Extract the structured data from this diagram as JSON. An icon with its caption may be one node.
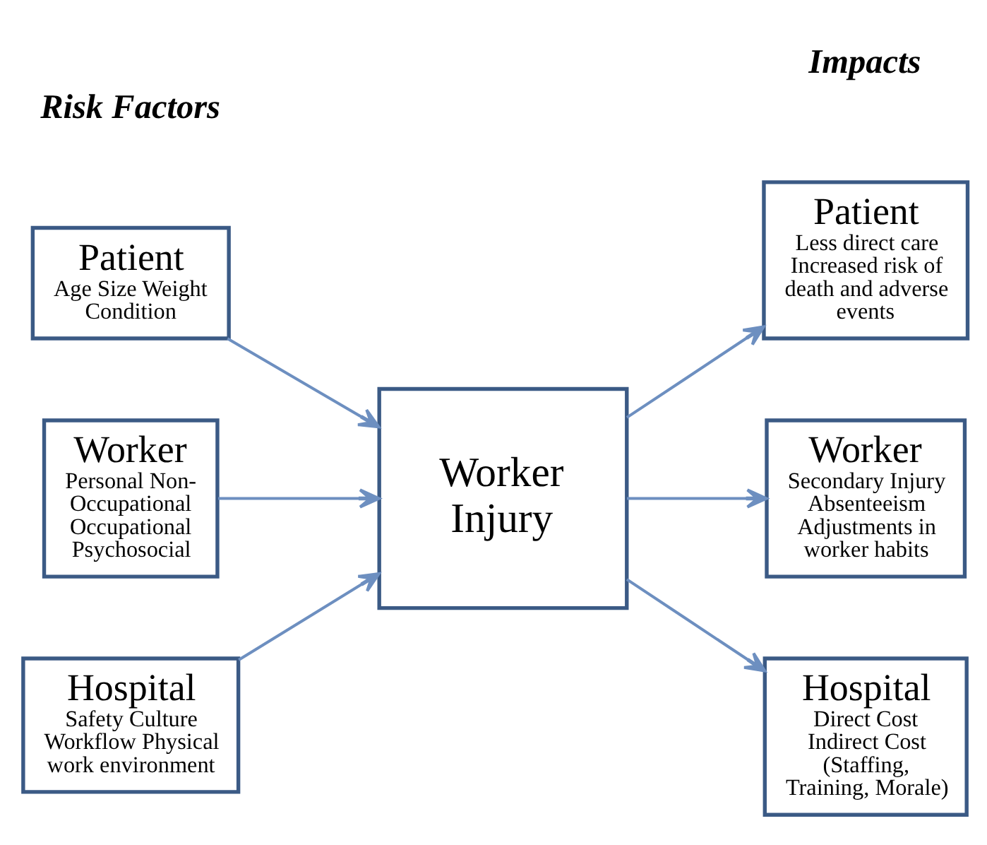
{
  "diagram": {
    "nodes": [
      {
        "text": [
          "Patient",
          "Age Size Weight Condition"
        ]
      },
      {
        "text": [
          "Worker",
          "Personal Non-Occupational Occupational Psychosocial"
        ]
      },
      {
        "text": [
          "Hospital",
          "Safety Culture Workflow Physical work environment"
        ]
      },
      {
        "text": [
          "Worker Injury"
        ]
      },
      {
        "text": [
          "Patient",
          "Less direct care Increased risk of death and adverse events"
        ]
      },
      {
        "text": [
          "Worker",
          "Secondary Injury Absenteeism Adjustments in worker habits"
        ]
      },
      {
        "text": [
          "Hospital",
          "Direct Cost Indirect Cost (Staffing, Training, Morale)"
        ]
      }
    ],
    "edges": [
      {
        "from": 0,
        "to": 3,
        "arrow": "to"
      },
      {
        "from": 1,
        "to": 3,
        "arrow": "to"
      },
      {
        "from": 2,
        "to": 3,
        "arrow": "to"
      },
      {
        "from": 3,
        "to": 4,
        "arrow": "to"
      },
      {
        "from": 3,
        "to": 5,
        "arrow": "to"
      },
      {
        "from": 3,
        "to": 6,
        "arrow": "to"
      }
    ],
    "labels": [
      "Risk Factors",
      "Impacts"
    ]
  }
}
